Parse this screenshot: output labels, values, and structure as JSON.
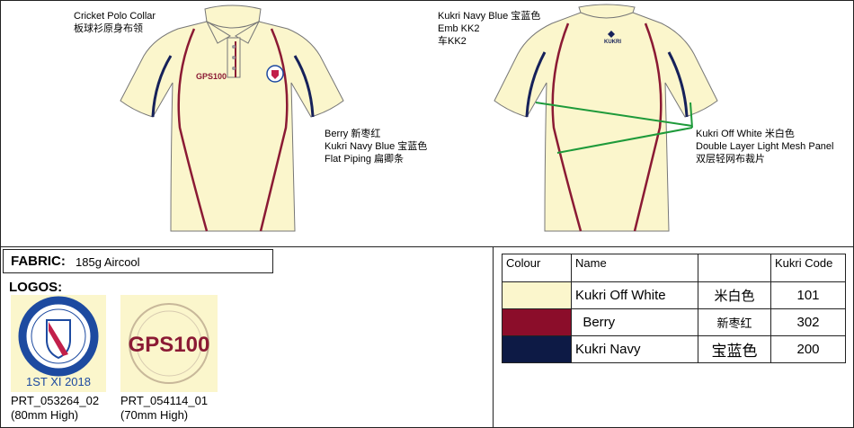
{
  "annotations": {
    "collar": [
      "Cricket Polo Collar",
      "板球衫原身布领"
    ],
    "emb": [
      "Kukri Navy Blue  宝蓝色",
      "Emb KK2",
      "车KK2"
    ],
    "piping": [
      "Berry  新枣红",
      "Kukri Navy Blue  宝蓝色",
      "Flat Piping  扁卿条"
    ],
    "mesh": [
      "Kukri Off White  米白色",
      "Double Layer Light Mesh Panel",
      "双层轻网布裁片"
    ]
  },
  "garment": {
    "back_logo_text": "KUKRI",
    "front_chest_logo": "GPS100"
  },
  "fabric": {
    "label": "FABRIC:",
    "value": "185g Aircool"
  },
  "logos": {
    "title": "LOGOS:",
    "items": [
      {
        "art_text": "1ST XI 2018",
        "code": "PRT_053264_02",
        "size": "(80mm High)"
      },
      {
        "art_text": "GPS100",
        "code": "PRT_054114_01",
        "size": "(70mm High)"
      }
    ]
  },
  "colour_table": {
    "headers": [
      "Colour",
      "Name",
      "",
      "Kukri Code"
    ],
    "rows": [
      {
        "color": "#fbf6cc",
        "name": "Kukri Off White",
        "cn": "米白色",
        "code": "101"
      },
      {
        "color": "#8b0d2a",
        "name": "  Berry",
        "cn": "新枣红",
        "code": "302"
      },
      {
        "color": "#0d1a45",
        "name": "Kukri Navy",
        "cn": "宝蓝色",
        "code": "200"
      }
    ]
  },
  "colors": {
    "off_white": "#fbf6cc",
    "berry": "#8b1a34",
    "navy": "#16215a",
    "arrow": "#1e9a3a"
  }
}
